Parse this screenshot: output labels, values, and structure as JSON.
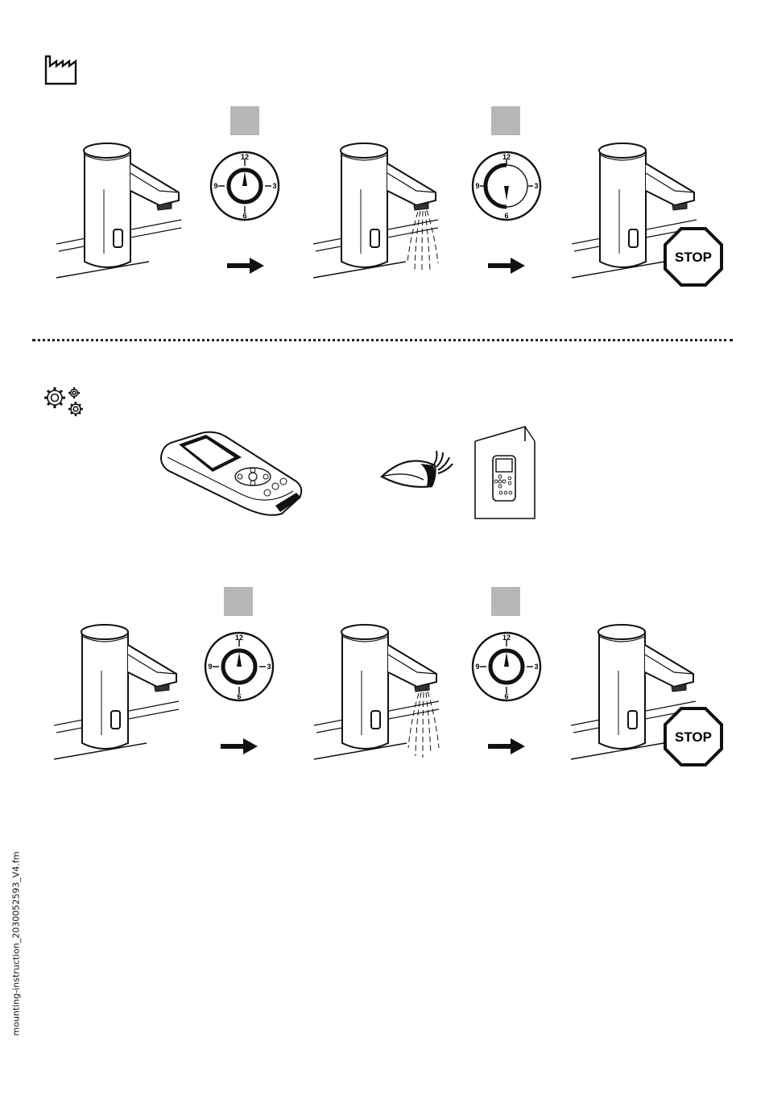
{
  "icons": {
    "factory": "factory-icon",
    "settings": "gears-icon",
    "eye": "eye-icon",
    "remote": "remote-control-icon",
    "manual": "manual-booklet-icon"
  },
  "clock_numbers": {
    "n12": "12",
    "n3": "3",
    "n6": "6",
    "n9": "9"
  },
  "stop_sign": {
    "text": "STOP",
    "color": "#000000"
  },
  "step_marker_color": "#b7b7b7",
  "footer": {
    "filename": "mounting-instruction_2030052593_V4.fm"
  }
}
